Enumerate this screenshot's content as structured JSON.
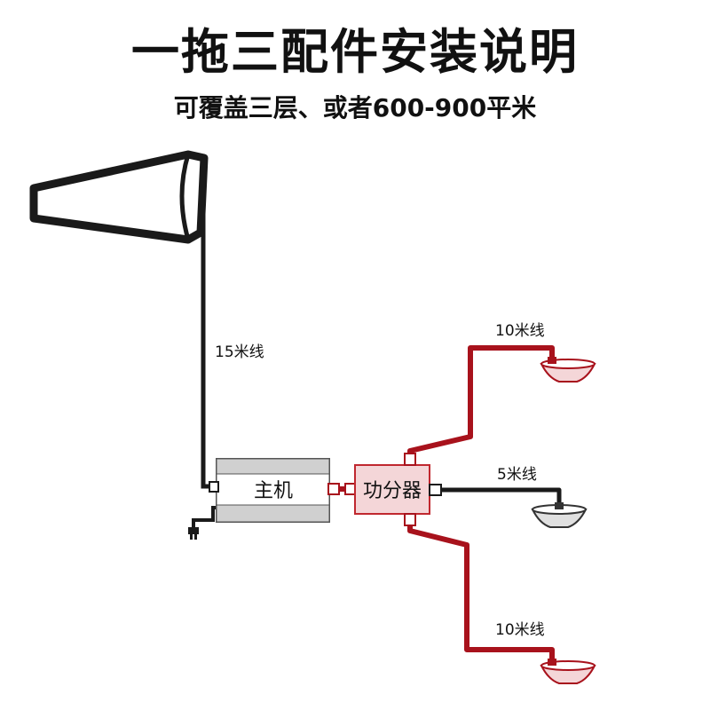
{
  "title": "一拖三配件安装说明",
  "subtitle": "可覆盖三层、或者600-900平米",
  "labels": {
    "cable_main": "15米线",
    "host": "主机",
    "splitter": "功分器",
    "cable_top": "10米线",
    "cable_mid": "5米线",
    "cable_bottom": "10米线"
  },
  "colors": {
    "red_cable": "#a8121c",
    "black_cable": "#1a1a1a",
    "splitter_fill": "#f4d6d8",
    "splitter_border": "#c0282f"
  }
}
